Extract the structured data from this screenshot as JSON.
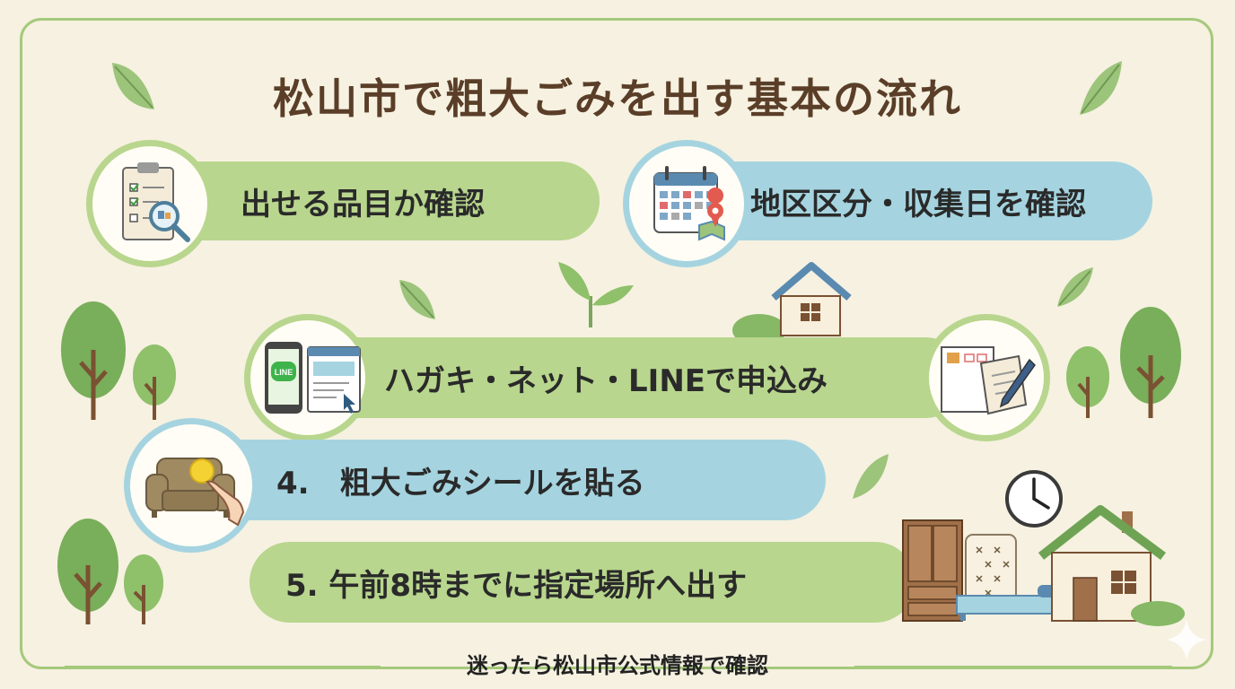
{
  "title": "松山市で粗大ごみを出す基本の流れ",
  "steps": [
    {
      "text": "出せる品目か確認",
      "icon": "clipboard-magnifier-icon"
    },
    {
      "text": "地区区分・収集日を確認",
      "icon": "calendar-map-pin-icon"
    },
    {
      "text": "ハガキ・ネット・LINEで申込み",
      "icon": "phone-browser-icon",
      "line_label": "LINE"
    },
    {
      "text": "4.　粗大ごみシールを貼る",
      "icon": "sofa-sticker-hand-icon"
    },
    {
      "text": "5. 午前8時までに指定場所へ出す",
      "icon": "furniture-house-clock-icon"
    }
  ],
  "footer": "迷ったら松山市公式情報で確認",
  "colors": {
    "green": "#b8d68d",
    "blue": "#a5d4e0",
    "title": "#5a3e28",
    "background": "#f6f1e1",
    "frame": "#a5c97b"
  }
}
